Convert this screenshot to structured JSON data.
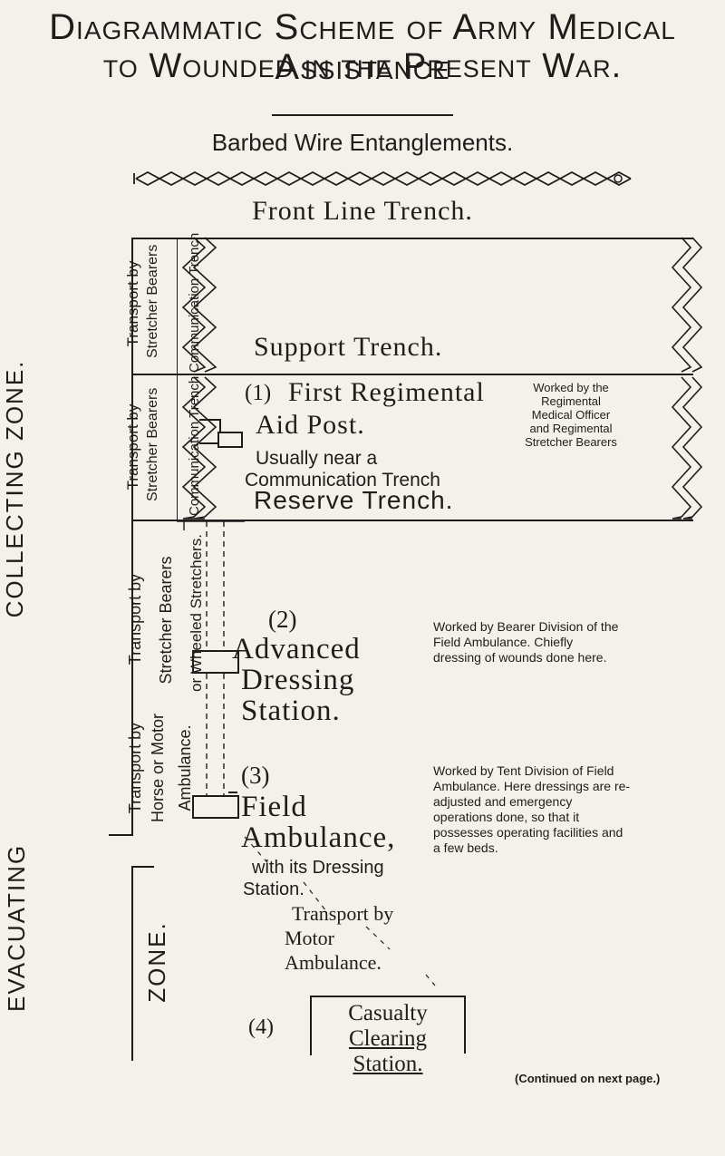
{
  "title": {
    "line1": "Diagrammatic Scheme of Army Medical Assistance",
    "line2": "to Wounded in the Present War."
  },
  "top": {
    "wire": "Barbed Wire Entanglements.",
    "front": "Front Line Trench."
  },
  "zones": {
    "collecting": "COLLECTING ZONE.",
    "evacuating": "EVACUATING",
    "zone": "ZONE."
  },
  "side_labels": {
    "transport_by": "Transport by",
    "stretcher_bearers": "Stretcher Bearers",
    "communication_trench": "Communication Trench",
    "or_wheeled": "or Wheeled Stretchers.",
    "horse_or_motor": "Horse or Motor",
    "ambulance": "Ambulance."
  },
  "trenches": {
    "support": "Support Trench.",
    "reserve": "Reserve Trench."
  },
  "stations": {
    "s1": {
      "num": "(1)",
      "name_a": "First Regimental",
      "name_b": "Aid Post.",
      "sub_a": "Usually near a",
      "sub_b": "Communication Trench",
      "note": [
        "Worked by the",
        "Regimental",
        "Medical Officer",
        "and Regimental",
        "Stretcher Bearers"
      ]
    },
    "s2": {
      "num": "(2)",
      "name_a": "Advanced",
      "name_b": "Dressing",
      "name_c": "Station.",
      "note": "Worked by Bearer Division of the Field Ambulance. Chiefly dressing of wounds done here."
    },
    "s3": {
      "num": "(3)",
      "name_a": "Field",
      "name_b": "Ambulance,",
      "sub_a": "with its Dressing",
      "sub_b": "Station.",
      "note": "Worked by Tent Division of Field Ambulance. Here dressings are re-adjusted and emergency operations done, so that it possesses operating facilities and a few beds."
    },
    "transport": {
      "a": "Transport by",
      "b": "Motor",
      "c": "Ambulance."
    },
    "s4": {
      "num": "(4)",
      "name_a": "Casualty",
      "name_b": "Clearing Station."
    }
  },
  "footer": "(Continued on next page.)"
}
